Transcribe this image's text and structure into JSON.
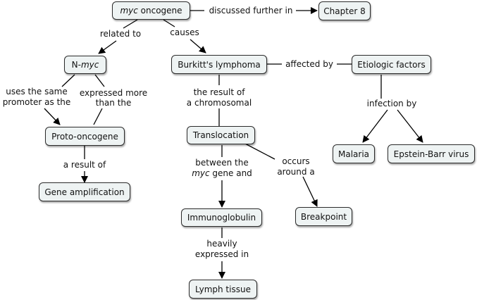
{
  "nodes": {
    "myc_oncogene": {
      "italic": "myc",
      "rest": " oncogene"
    },
    "chapter8": "Chapter 8",
    "nmyc": {
      "prefix": "N-",
      "italic": "myc"
    },
    "burkitt": "Burkitt's lymphoma",
    "etiologic": "Etiologic factors",
    "proto": "Proto-oncogene",
    "translocation": "Translocation",
    "malaria": "Malaria",
    "ebv": "Epstein-Barr virus",
    "gene_amp": "Gene amplification",
    "immuno": "Immunoglobulin",
    "breakpoint": "Breakpoint",
    "lymph": "Lymph tissue"
  },
  "links": {
    "discussed": "discussed further in",
    "related": "related to",
    "causes": "causes",
    "affected": "affected by",
    "uses_1": "uses the same",
    "uses_2": "promoter as the",
    "expressed_1": "expressed more",
    "expressed_2": "than the",
    "result_of_1": "the result of",
    "result_of_2": "a chromosomal",
    "infection": "infection by",
    "a_result_of": "a result of",
    "between_1": "between the",
    "between_italic": "myc",
    "between_rest": " gene and",
    "occurs_1": "occurs",
    "occurs_2": "around a",
    "heavily_1": "heavily",
    "heavily_2": "expressed in"
  }
}
